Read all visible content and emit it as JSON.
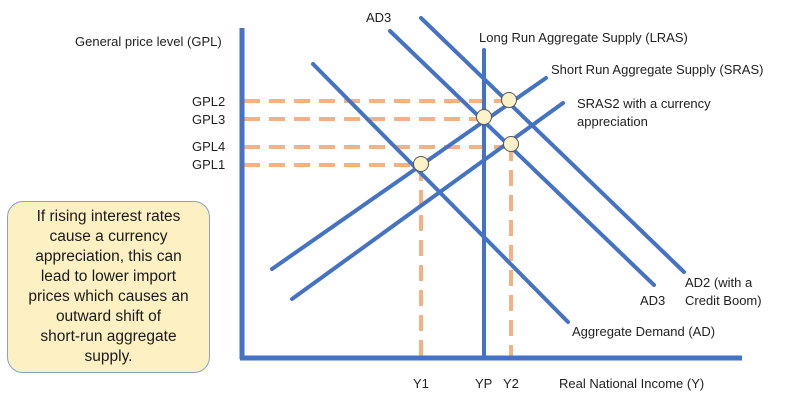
{
  "axis": {
    "y_label": "General price level (GPL)",
    "x_label": "Real National Income (Y)"
  },
  "price_levels": {
    "gpl2": "GPL2",
    "gpl3": "GPL3",
    "gpl4": "GPL4",
    "gpl1": "GPL1"
  },
  "output_levels": {
    "y1": "Y1",
    "yp": "YP",
    "y2": "Y2"
  },
  "curves": {
    "lras": "Long Run Aggregate Supply (LRAS)",
    "sras": "Short Run Aggregate Supply (SRAS)",
    "sras2_line1": "SRAS2 with a currency",
    "sras2_line2": "appreciation",
    "ad": "Aggregate Demand (AD)",
    "ad2_line1": "AD2 (with a",
    "ad2_line2": "Credit Boom)",
    "ad3_top": "AD3",
    "ad3_bottom": "AD3"
  },
  "note": {
    "lines": [
      "If rising interest rates",
      "cause a currency",
      "appreciation, this can",
      "lead to lower import",
      "prices which causes an",
      "outward shift of",
      "short-run aggregate",
      "supply."
    ]
  },
  "colors": {
    "curve": "#4472c4",
    "guide": "#f4b183",
    "point_fill": "#fdf2c8",
    "note_fill": "#fdf1c4",
    "note_border": "#8aa0c8"
  }
}
